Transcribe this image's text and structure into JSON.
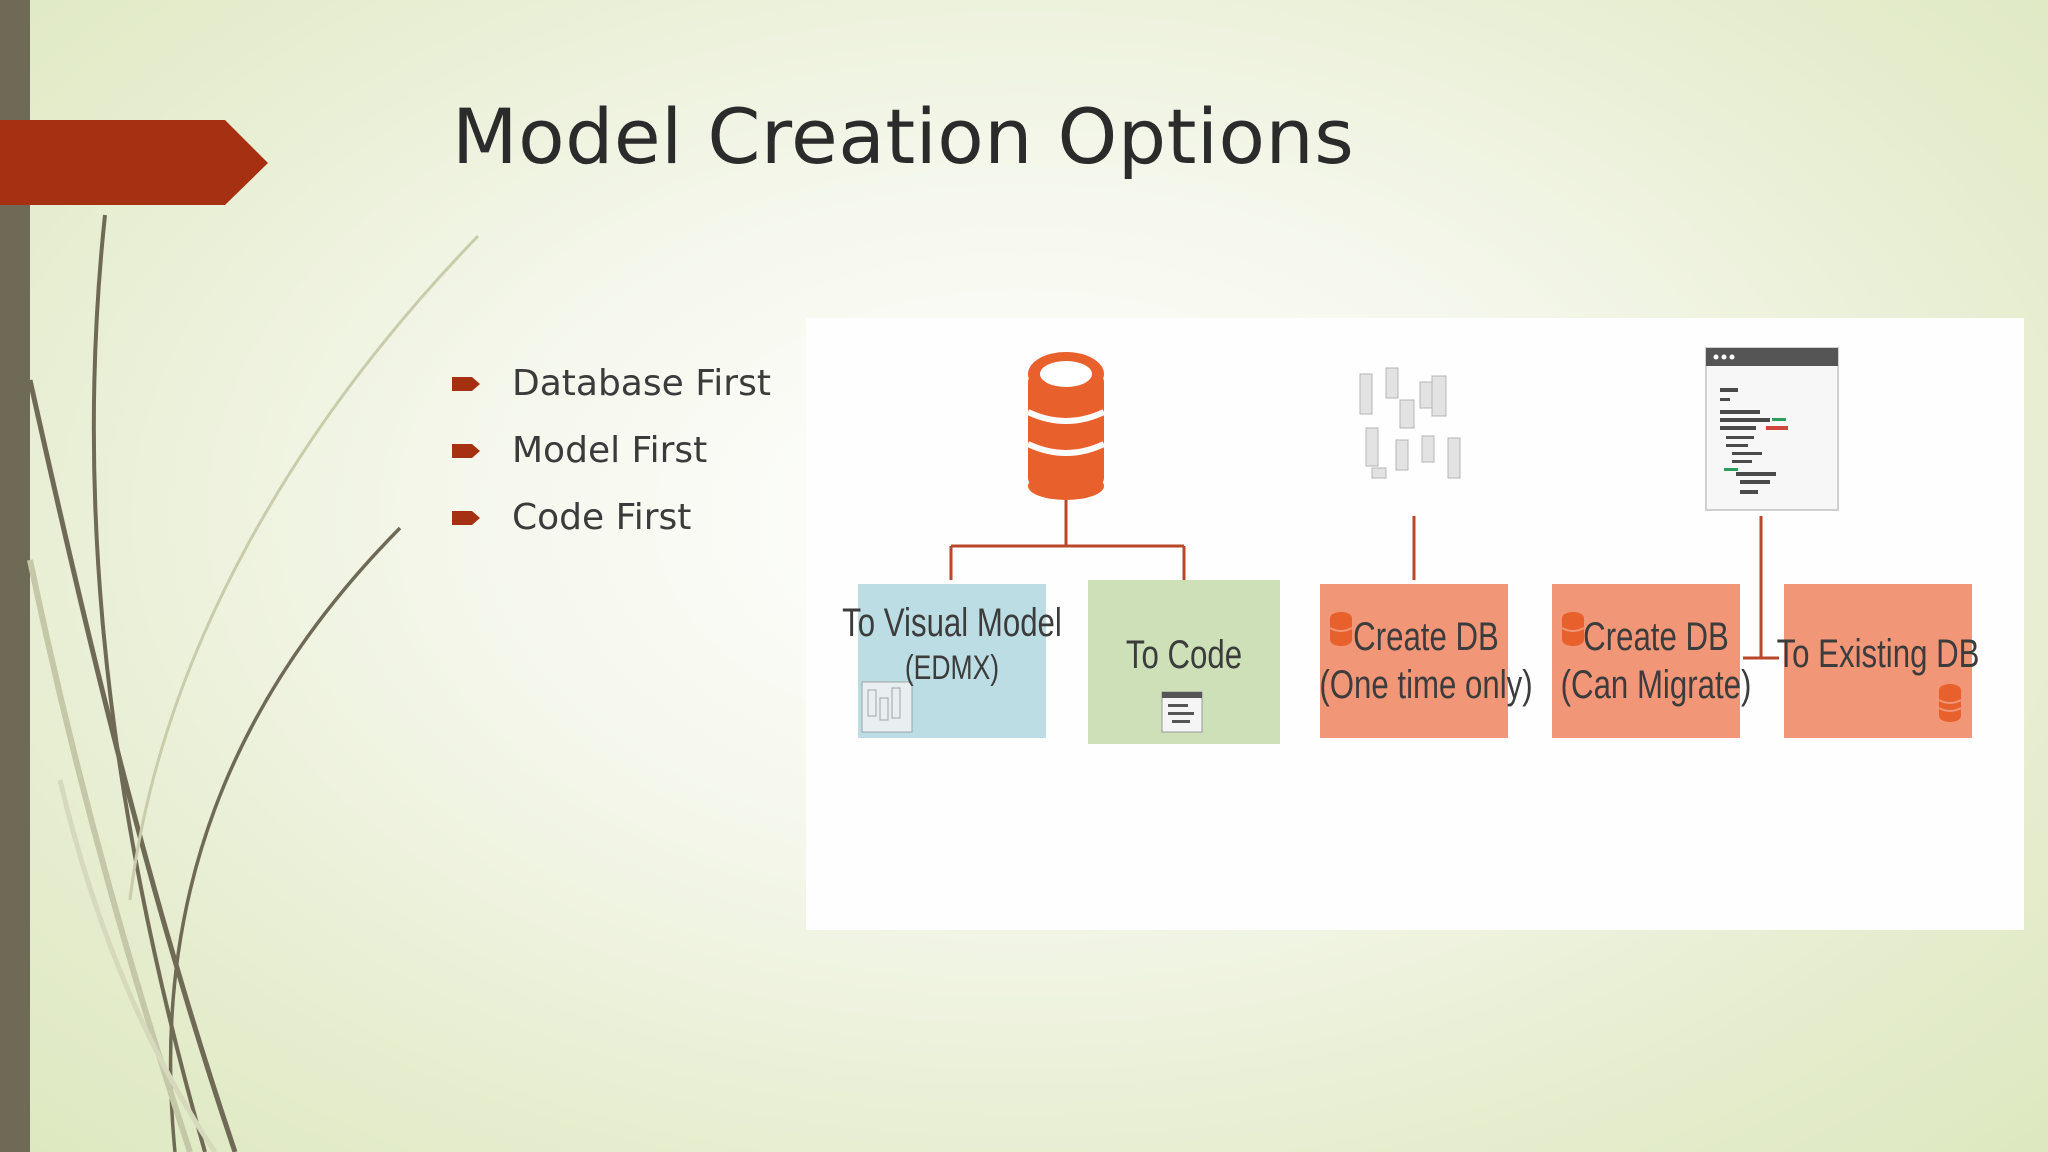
{
  "slide": {
    "title": "Model Creation Options",
    "bullets": [
      {
        "label": "Database First"
      },
      {
        "label": "Model First"
      },
      {
        "label": "Code First"
      }
    ]
  },
  "diagram": {
    "boxes": [
      {
        "line1": "To Visual Model",
        "line2": "(EDMX)",
        "color": "#bcdde3"
      },
      {
        "line1": "To Code",
        "line2": "",
        "color": "#cde0b8"
      },
      {
        "line1": "Create DB",
        "line2": "(One time only)",
        "color": "#f19677"
      },
      {
        "line1": "Create DB",
        "line2": "(Can Migrate)",
        "color": "#f19677"
      },
      {
        "line1": "To Existing DB",
        "line2": "",
        "color": "#f19677"
      }
    ]
  },
  "colors": {
    "accent": "#a63112",
    "left_bar": "#6f6a55",
    "connector": "#b9472a",
    "database_orange": "#e8602c"
  }
}
